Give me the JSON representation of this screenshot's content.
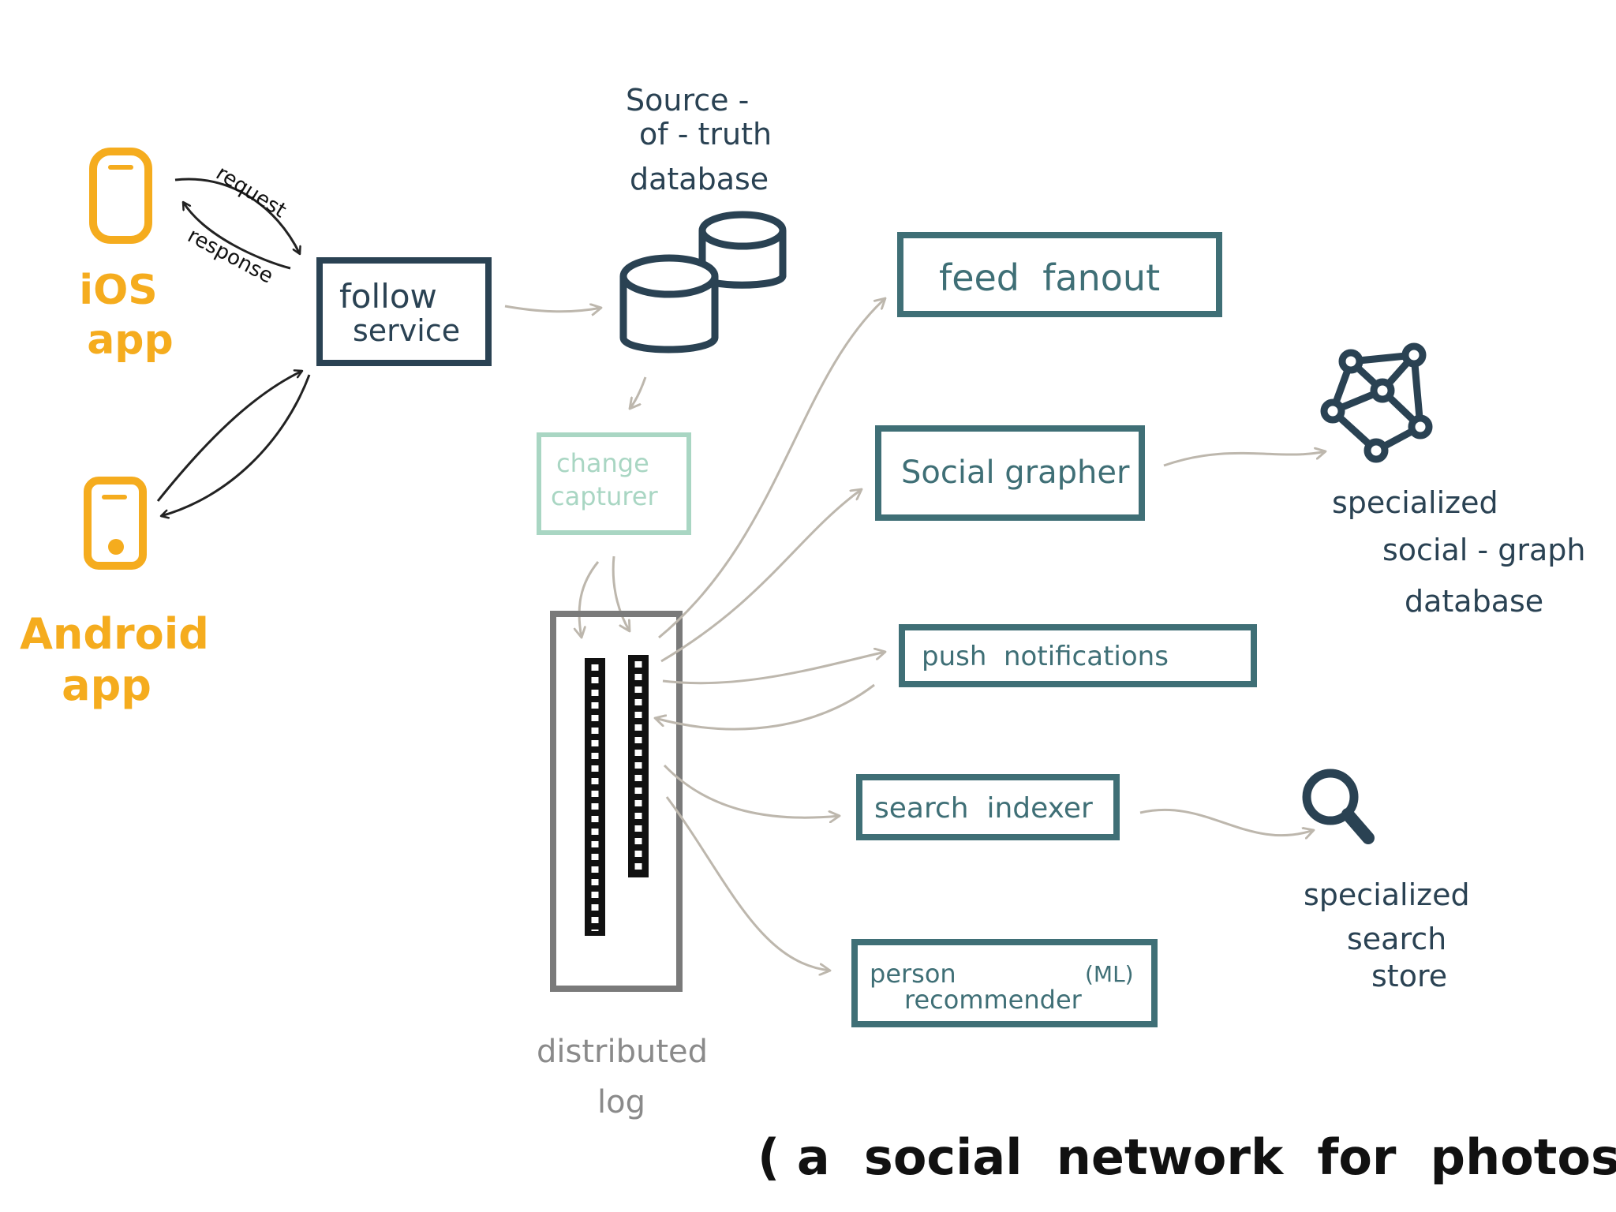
{
  "colors": {
    "client": "#f5ac1e",
    "service": "#2a4253",
    "consumer": "#3f6f76",
    "log": "#7a7a7a",
    "capturer": "#a9d6c3",
    "arrow": "#bdb7ad",
    "ink": "#111111"
  },
  "clients": {
    "ios": {
      "line1": "iOS",
      "line2": "app",
      "icon": "phone-icon"
    },
    "android": {
      "line1": "Android",
      "line2": "app",
      "icon": "phone-icon"
    }
  },
  "edges": {
    "request": "request",
    "response": "response"
  },
  "follow_service": {
    "line1": "follow",
    "line2": "service"
  },
  "database": {
    "line1": "Source -",
    "line2": "of - truth",
    "line3": "database",
    "icon": "database-icon"
  },
  "change_capturer": {
    "line1": "change",
    "line2": "capturer"
  },
  "distributed_log": {
    "line1": "distributed",
    "line2": "log"
  },
  "consumers": {
    "feed_fanout": "feed  fanout",
    "social_grapher": "Social grapher",
    "push_notifications": "push  notifications",
    "search_indexer": "search  indexer",
    "person_recommender": {
      "line1": "person",
      "line2": "recommender",
      "tag": "(ML)"
    }
  },
  "stores": {
    "social_graph": {
      "line1": "specialized",
      "line2": "social - graph",
      "line3": "database",
      "icon": "graph-icon"
    },
    "search": {
      "line1": "specialized",
      "line2": "search",
      "line3": "store",
      "icon": "magnifier-icon"
    }
  },
  "caption": "( a  social  network  for  photos )"
}
